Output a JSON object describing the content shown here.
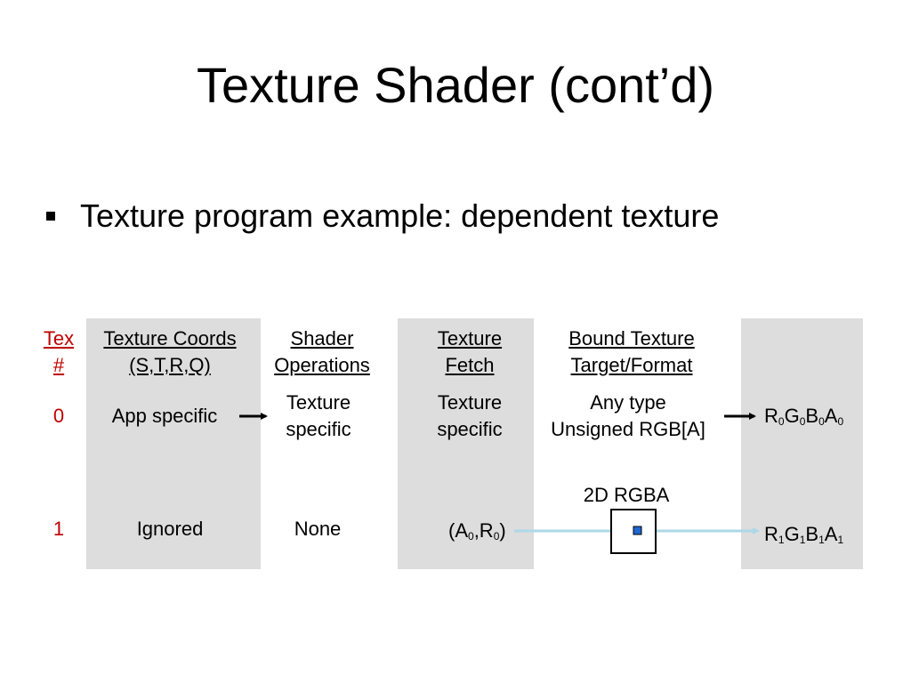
{
  "title": "Texture Shader (cont’d)",
  "bullet": "Texture program example: dependent texture",
  "headers": {
    "tex_num": [
      "Tex",
      "#"
    ],
    "texture_coords": [
      "Texture Coords",
      "(S,T,R,Q)"
    ],
    "shader_operations": [
      "Shader",
      "Operations"
    ],
    "texture_fetch": [
      "Texture",
      "Fetch"
    ],
    "bound_texture": [
      "Bound Texture",
      "Target/Format"
    ]
  },
  "rows": [
    {
      "tex": "0",
      "coords": "App specific",
      "shader_op": [
        "Texture",
        "specific"
      ],
      "fetch": [
        "Texture",
        "specific"
      ],
      "bound": [
        "Any type",
        "Unsigned RGB[A]"
      ],
      "output": {
        "channels": [
          "R",
          "G",
          "B",
          "A"
        ],
        "index": "0"
      }
    },
    {
      "tex": "1",
      "coords": "Ignored",
      "shader_op": "None",
      "fetch": {
        "open": "(A",
        "sub1": "0",
        "mid": ",R",
        "sub2": "0",
        "close": ")"
      },
      "bound_label": "2D RGBA",
      "output": {
        "channels": [
          "R",
          "G",
          "B",
          "A"
        ],
        "index": "1"
      }
    }
  ],
  "colors": {
    "panel": "#dddddd",
    "red_text": "#c00000",
    "light_arrow": "#add8e6",
    "texel_square": "#1f66d1"
  }
}
